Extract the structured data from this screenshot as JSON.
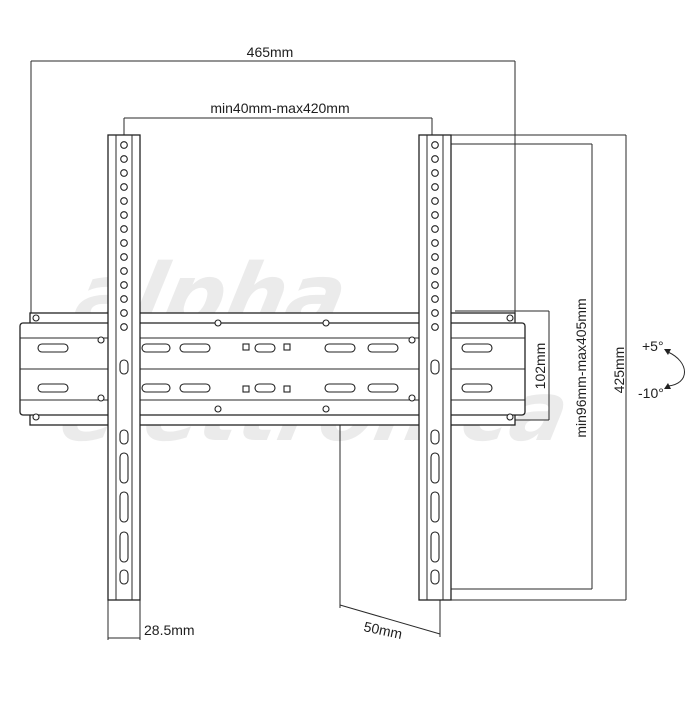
{
  "dimensions": {
    "overall_width": "465mm",
    "vesa_horizontal": "min40mm-max420mm",
    "rail_height": "102mm",
    "vesa_vertical": "min96mm-max405mm",
    "overall_height": "425mm",
    "arm_width": "28.5mm",
    "depth": "50mm"
  },
  "tilt": {
    "up": "+5°",
    "down": "-10°"
  },
  "watermark": {
    "line1": "alpha",
    "line2": "elettronica"
  }
}
